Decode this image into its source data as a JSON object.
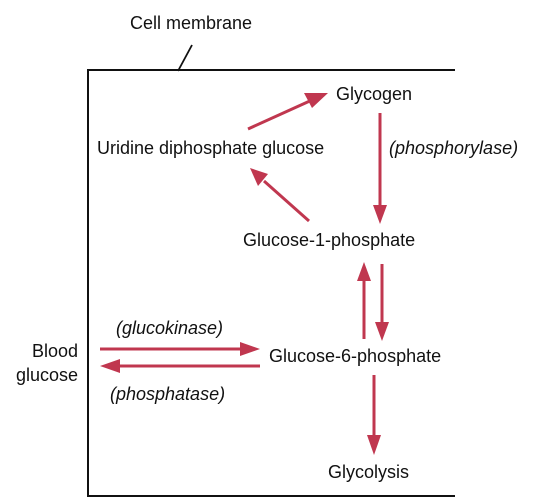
{
  "membrane_label": "Cell membrane",
  "blood_glucose": {
    "line1": "Blood",
    "line2": "glucose"
  },
  "nodes": {
    "glycogen": "Glycogen",
    "udp_glucose": "Uridine diphosphate glucose",
    "g1p": "Glucose-1-phosphate",
    "g6p": "Glucose-6-phosphate",
    "glycolysis": "Glycolysis"
  },
  "enzymes": {
    "phosphorylase": "(phosphorylase)",
    "glucokinase": "(glucokinase)",
    "phosphatase": "(phosphatase)"
  },
  "colors": {
    "arrow": "#c0374f",
    "line": "#111111"
  }
}
